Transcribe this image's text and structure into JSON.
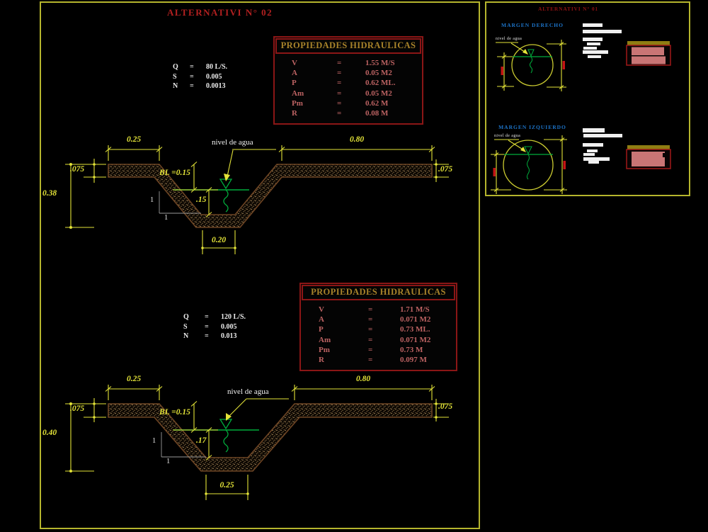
{
  "sheet": {
    "title": "ALTERNATIVI N° 02",
    "sections": [
      {
        "water_label": "nivel de agua",
        "params": {
          "rows": [
            [
              "Q",
              "=",
              "80 L/S."
            ],
            [
              "S",
              "=",
              "0.005"
            ],
            [
              "N",
              "=",
              "0.0013"
            ]
          ]
        },
        "table": {
          "title": "PROPIEDADES HIDRAULICAS",
          "rows": [
            [
              "V",
              "=",
              "1.55 M/S"
            ],
            [
              "A",
              "=",
              "0.05 M2"
            ],
            [
              "P",
              "=",
              "0.62 ML."
            ],
            [
              "Am",
              "=",
              "0.05 M2"
            ],
            [
              "Pm",
              "=",
              "0.62 M"
            ],
            [
              "R",
              "=",
              "0.08 M"
            ]
          ]
        },
        "dims": {
          "berm_left": "0.25",
          "berm_right": "0.80",
          "lining_left": ".075",
          "lining_right": ".075",
          "depth": "0.38",
          "freeboard": "BL =0.15",
          "water_depth": ".15",
          "bottom_width": "0.20",
          "slope_v": "1",
          "slope_h": "1"
        }
      },
      {
        "water_label": "nivel de agua",
        "params": {
          "rows": [
            [
              "Q",
              "=",
              "120 L/S."
            ],
            [
              "S",
              "=",
              "0.005"
            ],
            [
              "N",
              "=",
              "0.013"
            ]
          ]
        },
        "table": {
          "title": "PROPIEDADES HIDRAULICAS",
          "rows": [
            [
              "V",
              "=",
              "1.71 M/S"
            ],
            [
              "A",
              "=",
              "0.071 M2"
            ],
            [
              "P",
              "=",
              "0.73 ML."
            ],
            [
              "Am",
              "=",
              "0.071 M2"
            ],
            [
              "Pm",
              "=",
              "0.73 M"
            ],
            [
              "R",
              "=",
              "0.097 M"
            ]
          ]
        },
        "dims": {
          "berm_left": "0.25",
          "berm_right": "0.80",
          "lining_left": ".075",
          "lining_right": ".075",
          "depth": "0.40",
          "freeboard": "BL =0.15",
          "water_depth": ".17",
          "bottom_width": "0.25",
          "slope_v": "1",
          "slope_h": "1"
        }
      }
    ]
  },
  "panel": {
    "title": "ALTERNATIVI N° 01",
    "margins": [
      {
        "heading": "MARGEN DERECHO",
        "water_label": "nivel de agua"
      },
      {
        "heading": "MARGEN IZQUIERDO",
        "water_label": "nivel de agua"
      }
    ]
  },
  "colors": {
    "dim_yellow": "#e3e338",
    "frame_yellow": "#b5b52d",
    "water_green": "#00ad3c",
    "band_brown": "#6e4524",
    "stipple_tan": "#c9a56b",
    "title_red": "#b22020",
    "table_border_red": "#8b1616",
    "table_header_gold": "#a8832a",
    "table_row_rose": "#bc6262",
    "margin_blue": "#1d74c9",
    "detail_pink": "#c97575",
    "detail_olive": "#8f7d12",
    "micro_dim_red": "#c41414",
    "text_white": "#f2f2f2"
  }
}
